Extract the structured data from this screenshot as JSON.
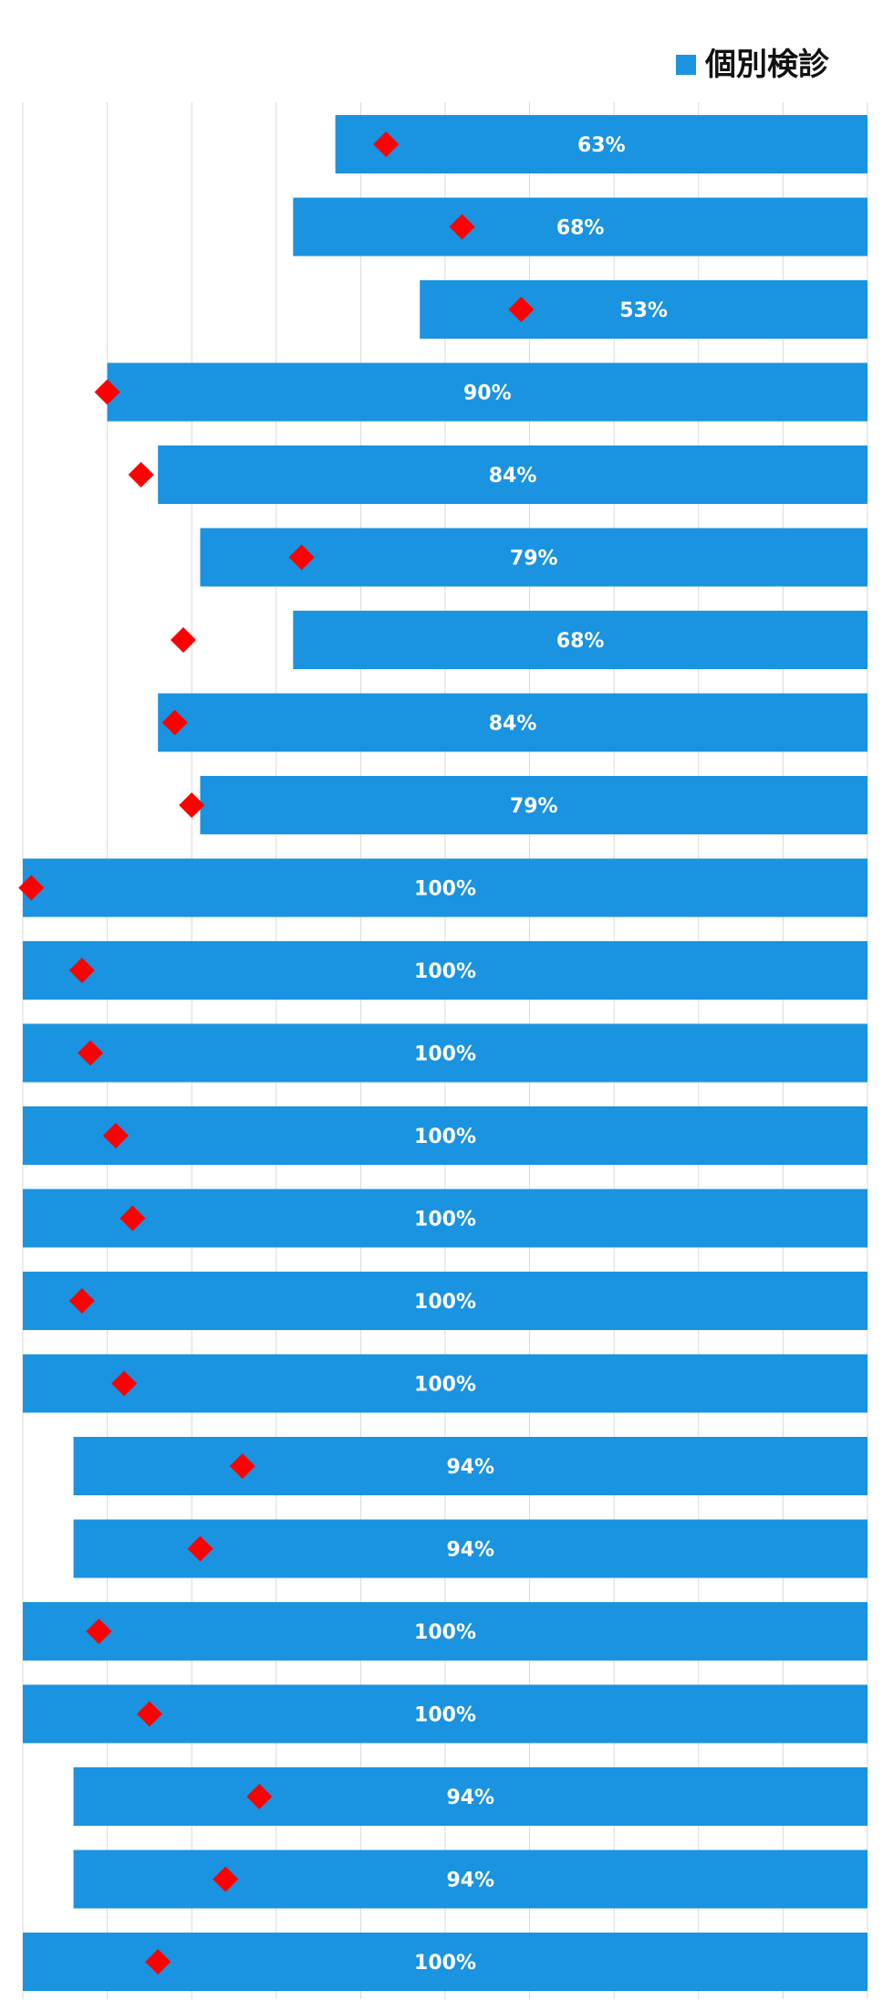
{
  "chart_data": {
    "type": "bar",
    "orientation": "horizontal",
    "stacked": false,
    "reversed_x_axis": true,
    "xlim": [
      0,
      100
    ],
    "gridlines": true,
    "gridline_step": 10,
    "legend_position": "top-right",
    "series": [
      {
        "name": "個別検診",
        "kind": "bar",
        "color": "#1a93e0",
        "values": [
          63,
          68,
          53,
          90,
          84,
          79,
          68,
          84,
          79,
          100,
          100,
          100,
          100,
          100,
          100,
          100,
          94,
          94,
          100,
          100,
          94,
          94,
          100
        ],
        "labels": [
          "63%",
          "68%",
          "53%",
          "90%",
          "84%",
          "79%",
          "68%",
          "84%",
          "79%",
          "100%",
          "100%",
          "100%",
          "100%",
          "100%",
          "100%",
          "100%",
          "94%",
          "94%",
          "100%",
          "100%",
          "94%",
          "94%",
          "100%"
        ]
      },
      {
        "kind": "marker",
        "marker": "diamond",
        "color": "#ff0000",
        "values": [
          57,
          48,
          41,
          90,
          86,
          67,
          81,
          82,
          80,
          99,
          93,
          92,
          89,
          87,
          93,
          88,
          74,
          79,
          91,
          85,
          72,
          76,
          84
        ]
      }
    ]
  }
}
